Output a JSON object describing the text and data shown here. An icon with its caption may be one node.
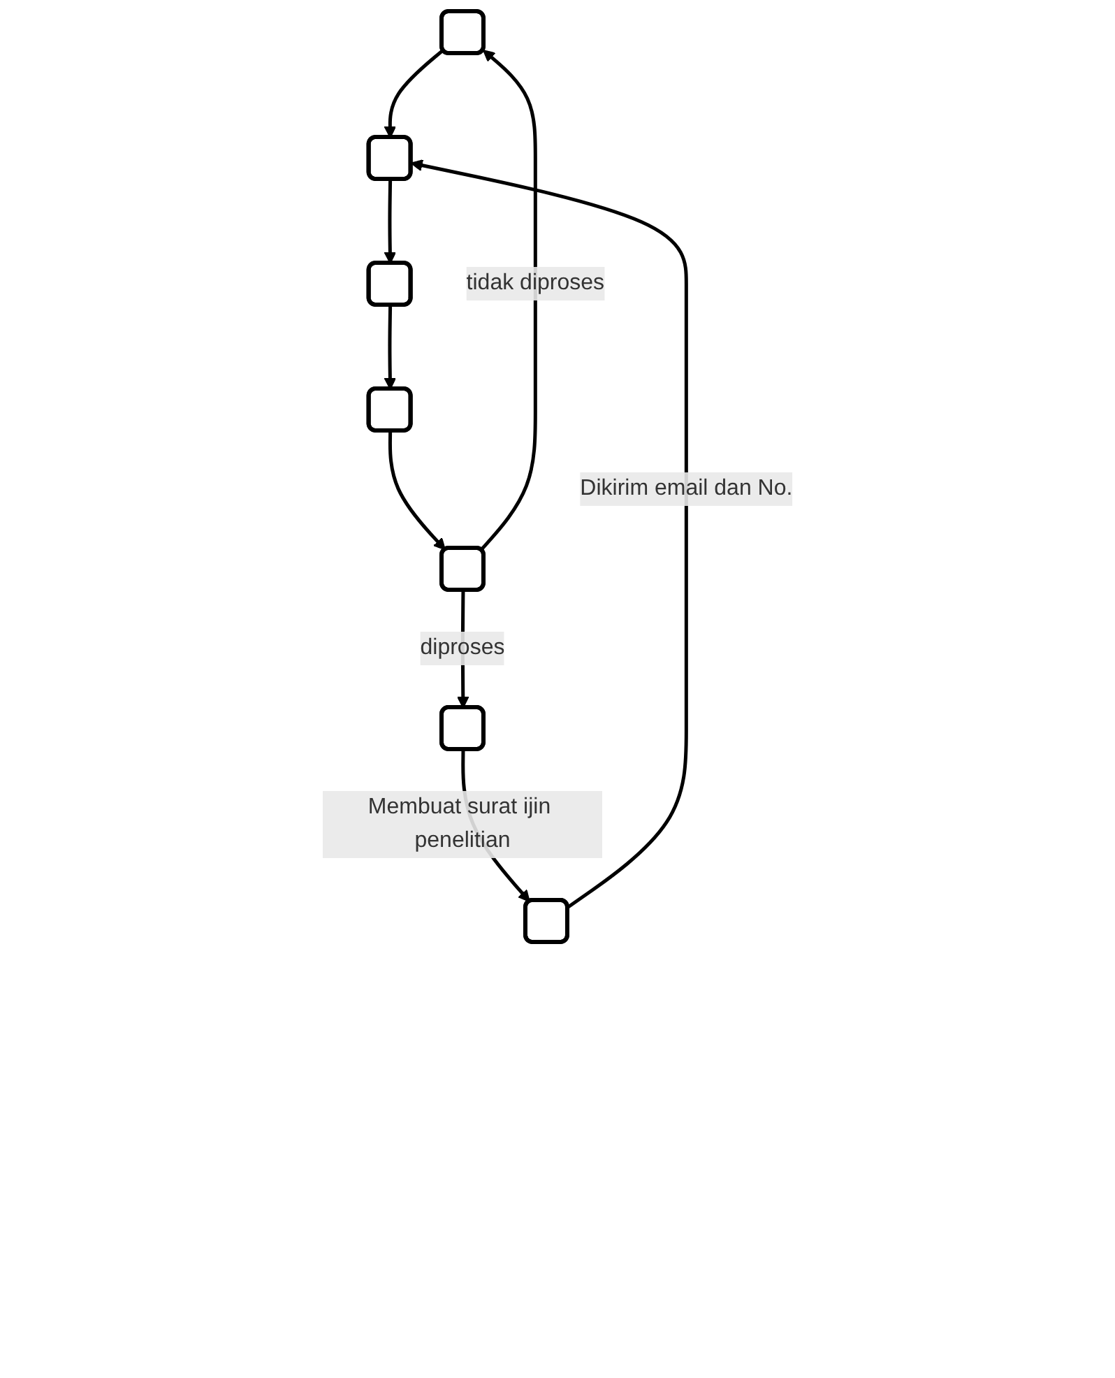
{
  "diagram": {
    "nodes": [
      {
        "text": [],
        "shape": "box"
      },
      {
        "text": [],
        "shape": "box"
      },
      {
        "text": [],
        "shape": "box"
      },
      {
        "text": [],
        "shape": "box"
      },
      {
        "text": [],
        "shape": "box"
      },
      {
        "text": [],
        "shape": "box"
      },
      {
        "text": [],
        "shape": "box"
      }
    ],
    "edges": [
      {
        "from": 0,
        "to": 1,
        "arrow": "to"
      },
      {
        "from": 1,
        "to": 2,
        "arrow": "to"
      },
      {
        "from": 2,
        "to": 3,
        "arrow": "to"
      },
      {
        "from": 3,
        "to": 4,
        "arrow": "to"
      },
      {
        "from": 4,
        "to": 0,
        "arrow": "to",
        "label": "tidak diproses"
      },
      {
        "from": 4,
        "to": 5,
        "arrow": "to",
        "label": "diproses"
      },
      {
        "from": 5,
        "to": 6,
        "arrow": "to",
        "label": "Membuat surat ijin penelitian"
      },
      {
        "from": 6,
        "to": 1,
        "arrow": "to",
        "label": "Dikirim email dan No."
      }
    ]
  }
}
